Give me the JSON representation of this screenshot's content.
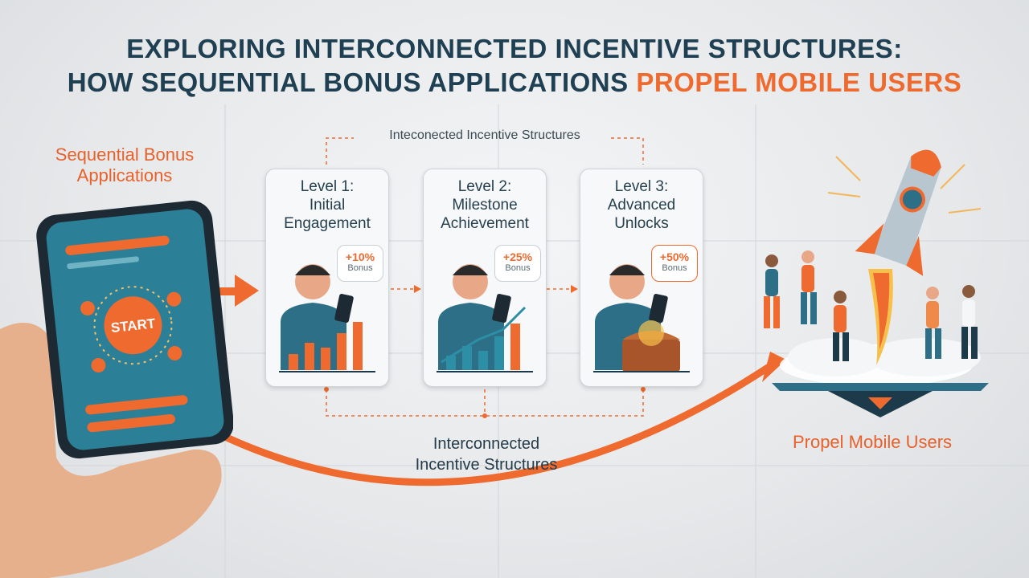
{
  "title": {
    "line1": "EXPLORING INTERCONNECTED INCENTIVE STRUCTURES:",
    "line2_main": "HOW SEQUENTIAL BONUS APPLICATIONS",
    "line2_accent": "PROPEL MOBILE USERS"
  },
  "left_label": "Sequential Bonus Applications",
  "right_label": "Propel Mobile Users",
  "top_caption": "Inteconected Incentive Structures",
  "bottom_caption_line1": "Interconnected",
  "bottom_caption_line2": "Incentive Structures",
  "phone": {
    "start_button": "START"
  },
  "levels": [
    {
      "line1": "Level 1:",
      "line2": "Initial",
      "line3": "Engagement",
      "bonus": "+10%",
      "bonus_label": "Bonus"
    },
    {
      "line1": "Level 2:",
      "line2": "Milestone",
      "line3": "Achievement",
      "bonus": "+25%",
      "bonus_label": "Bonus"
    },
    {
      "line1": "Level 3:",
      "line2": "Advanced",
      "line3": "Unlocks",
      "bonus": "+50%",
      "bonus_label": "Bonus"
    }
  ],
  "colors": {
    "accent": "#ef6a2f",
    "dark": "#1f3f52",
    "teal": "#2c6f86"
  }
}
